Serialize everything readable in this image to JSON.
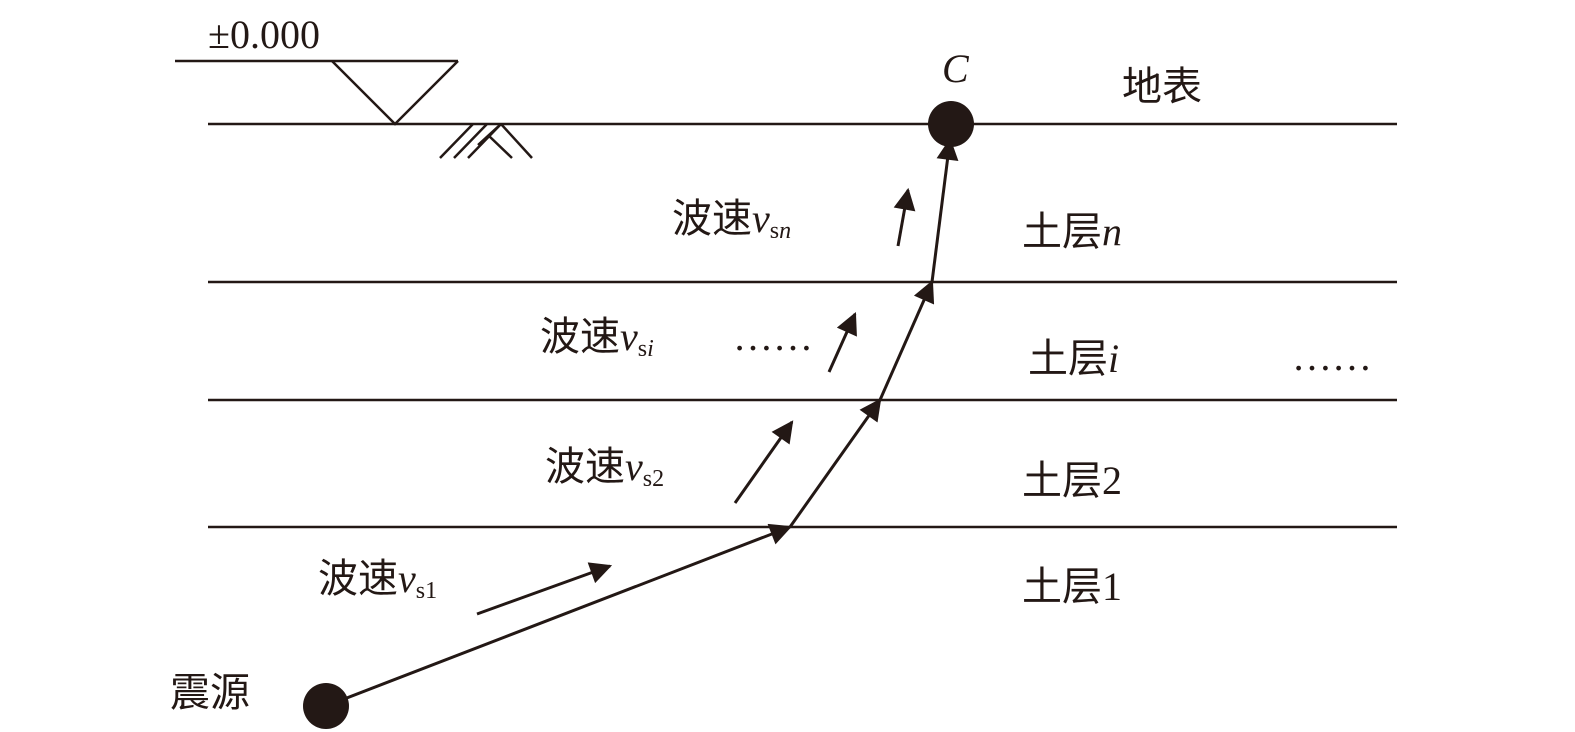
{
  "datum": {
    "elevation_label": "±0.000"
  },
  "surface": {
    "point_label": "C",
    "label": "地表"
  },
  "source": {
    "label": "震源"
  },
  "layers": [
    {
      "name_prefix": "土层",
      "index": "n",
      "velocity_prefix": "波速",
      "velocity_symbol": "v",
      "velocity_sub_s": "s",
      "velocity_sub_idx": "n"
    },
    {
      "name_prefix": "土层",
      "index": "i",
      "velocity_prefix": "波速",
      "velocity_symbol": "v",
      "velocity_sub_s": "s",
      "velocity_sub_idx": "i"
    },
    {
      "name_prefix": "土层",
      "index": "2",
      "velocity_prefix": "波速",
      "velocity_symbol": "v",
      "velocity_sub_s": "s",
      "velocity_sub_idx": "2"
    },
    {
      "name_prefix": "土层",
      "index": "1",
      "velocity_prefix": "波速",
      "velocity_symbol": "v",
      "velocity_sub_s": "s",
      "velocity_sub_idx": "1"
    }
  ],
  "ellipsis": {
    "velocity_row": "……",
    "layer_row": "……"
  }
}
